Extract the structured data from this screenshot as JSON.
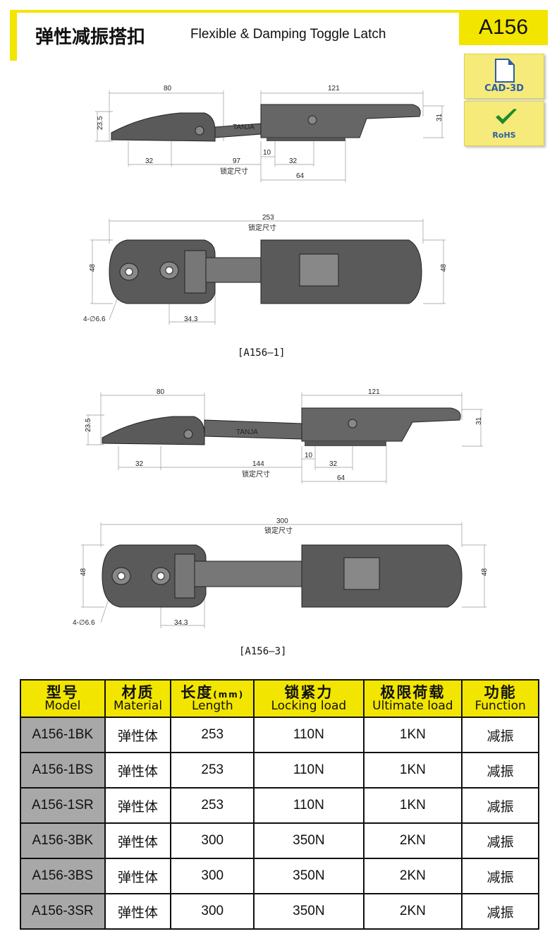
{
  "header": {
    "title_cn": "弹性减振搭扣",
    "title_en": "Flexible & Damping Toggle Latch",
    "model": "A156",
    "badges": {
      "cad": "CAD-3D",
      "rohs": "RoHS"
    }
  },
  "drawings": [
    {
      "caption": "[A156—1]",
      "side_view": {
        "dims": [
          "80",
          "121",
          "23.5",
          "31",
          "32",
          "97",
          "10",
          "32",
          "64"
        ],
        "lock_note": "锁定尺寸"
      },
      "top_view": {
        "dims": [
          "253",
          "48",
          "48",
          "34.3"
        ],
        "lock_note": "锁定尺寸",
        "hole_note": "4-∅6.6",
        "brand": "TANJA"
      }
    },
    {
      "caption": "[A156—3]",
      "side_view": {
        "dims": [
          "80",
          "121",
          "23.5",
          "31",
          "32",
          "144",
          "10",
          "32",
          "64"
        ],
        "lock_note": "锁定尺寸"
      },
      "top_view": {
        "dims": [
          "300",
          "48",
          "48",
          "34.3"
        ],
        "lock_note": "锁定尺寸",
        "hole_note": "4-∅6.6",
        "brand": "TANJA"
      }
    }
  ],
  "table": {
    "headers": [
      {
        "cn": "型号",
        "en": "Model"
      },
      {
        "cn": "材质",
        "en": "Material"
      },
      {
        "cn": "长度",
        "unit": "(mm)",
        "en": "Length"
      },
      {
        "cn": "锁紧力",
        "en": "Locking load"
      },
      {
        "cn": "极限荷载",
        "en": "Ultimate load"
      },
      {
        "cn": "功能",
        "en": "Function"
      }
    ],
    "rows": [
      [
        "A156-1BK",
        "弹性体",
        "253",
        "110N",
        "1KN",
        "减振"
      ],
      [
        "A156-1BS",
        "弹性体",
        "253",
        "110N",
        "1KN",
        "减振"
      ],
      [
        "A156-1SR",
        "弹性体",
        "253",
        "110N",
        "1KN",
        "减振"
      ],
      [
        "A156-3BK",
        "弹性体",
        "300",
        "350N",
        "2KN",
        "减振"
      ],
      [
        "A156-3BS",
        "弹性体",
        "300",
        "350N",
        "2KN",
        "减振"
      ],
      [
        "A156-3SR",
        "弹性体",
        "300",
        "350N",
        "2KN",
        "减振"
      ]
    ]
  }
}
